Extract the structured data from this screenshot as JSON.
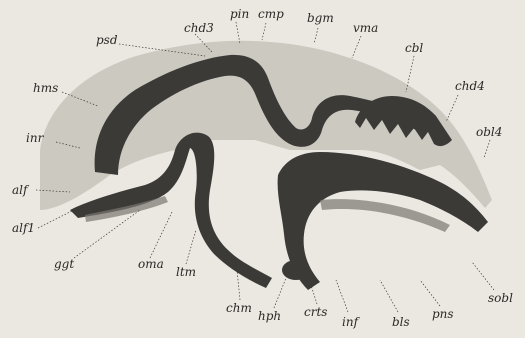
{
  "figure": {
    "labels": {
      "pin": "pin",
      "cmp": "cmp",
      "bgm": "bgm",
      "vma": "vma",
      "psd": "psd",
      "chd3": "chd3",
      "cbl": "cbl",
      "chd4": "chd4",
      "hms": "hms",
      "obl4": "obl4",
      "inr": "inr",
      "alf": "alf",
      "alf1": "alf1",
      "ggt": "ggt",
      "oma": "oma",
      "ltm": "ltm",
      "chm": "chm",
      "hph": "hph",
      "crts": "crts",
      "inf": "inf",
      "bls": "bls",
      "pns": "pns",
      "sobl": "sobl"
    }
  }
}
